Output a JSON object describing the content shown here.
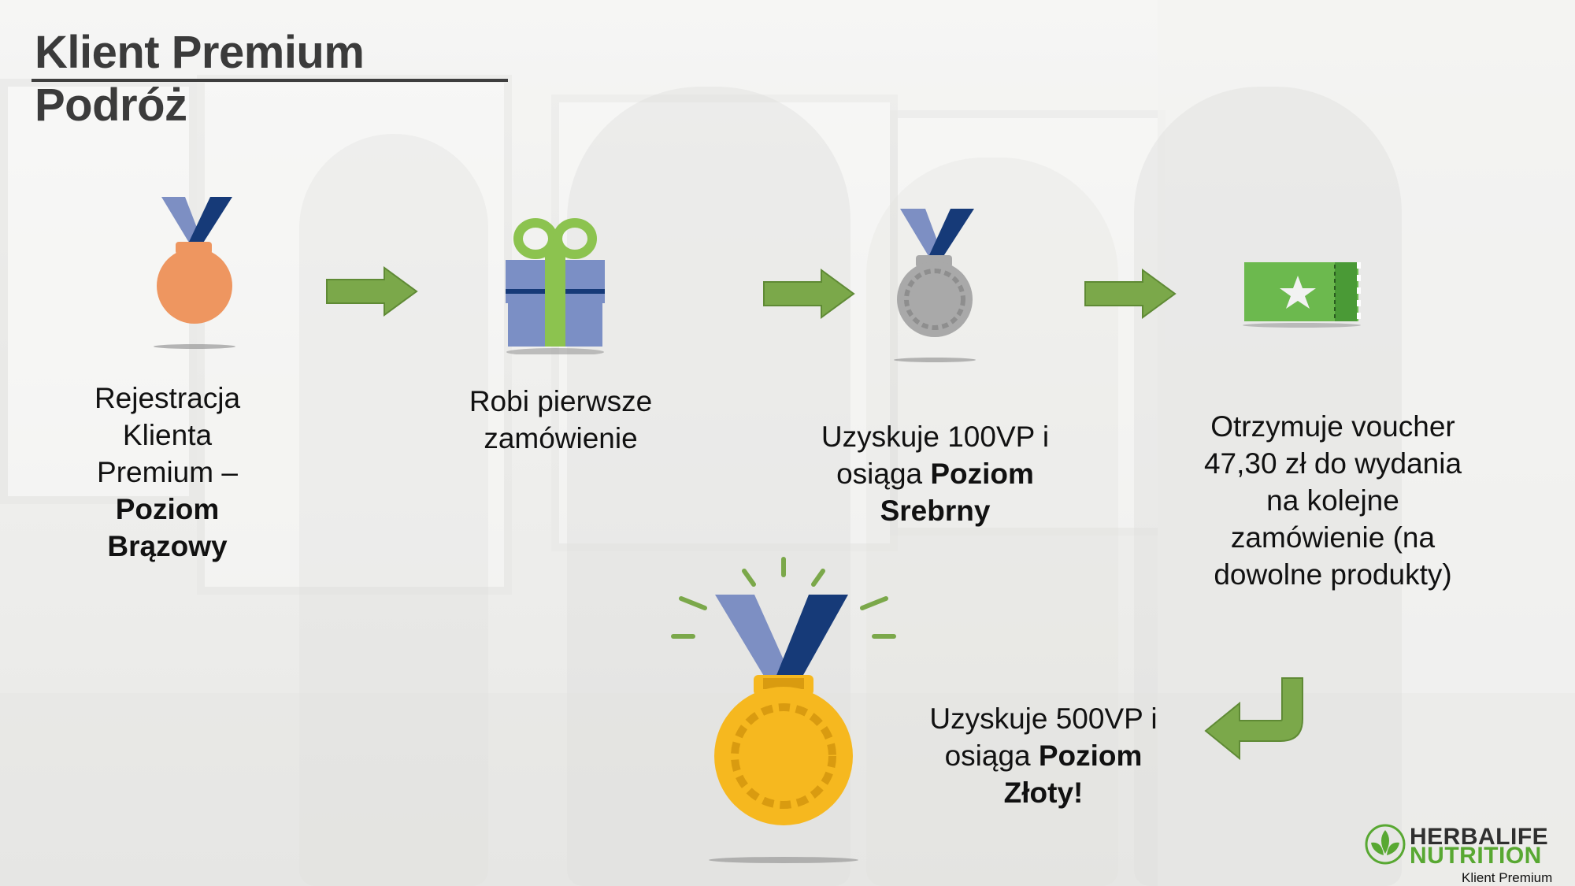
{
  "title": {
    "line1": "Klient Premium",
    "line2": "Podróż"
  },
  "steps": [
    {
      "text": "Rejestracja Klienta Premium –",
      "bold": "Poziom Brązowy",
      "icon": "bronze-medal-icon"
    },
    {
      "text": "Robi pierwsze zamówienie",
      "bold": "",
      "icon": "gift-box-icon"
    },
    {
      "text": "Uzyskuje 100VP i osiąga",
      "bold": "Poziom Srebrny",
      "icon": "silver-medal-icon"
    },
    {
      "text": "Otrzymuje voucher 47,30 zł do wydania na kolejne zamówienie (na dowolne produkty)",
      "bold": "",
      "icon": "voucher-ticket-icon"
    },
    {
      "text": "Uzyskuje 500VP i osiąga",
      "bold": "Poziom Złoty!",
      "icon": "gold-medal-icon"
    }
  ],
  "logo": {
    "line1": "HERBALIFE",
    "line2": "NUTRITION",
    "tagline": "Klient Premium"
  },
  "colors": {
    "arrow_green": "#7ba84a",
    "voucher_green": "#6cb94e",
    "medal_bronze": "#ee9660",
    "medal_silver": "#a9a9a9",
    "medal_gold": "#f6b81f",
    "ribbon_blue": "#7d8fc3",
    "ribbon_navy": "#163a78",
    "gift_blue": "#7b8fc5",
    "gift_green": "#8cc34f"
  }
}
